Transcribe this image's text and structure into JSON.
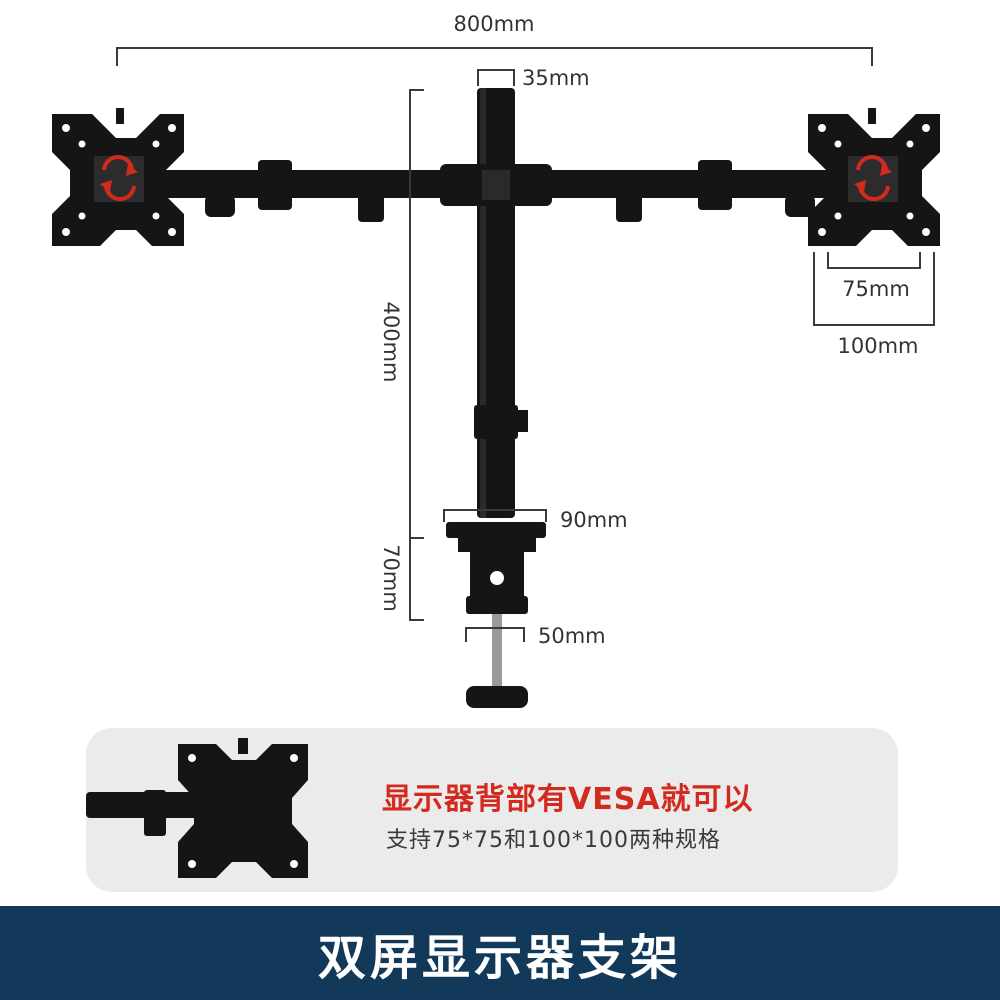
{
  "dimensions": {
    "total_width": "800mm",
    "pole_diameter": "35mm",
    "vesa_small": "75mm",
    "vesa_large": "100mm",
    "pole_height": "400mm",
    "base_width": "90mm",
    "clamp_height": "70mm",
    "clamp_opening": "50mm"
  },
  "info": {
    "title": "显示器背部有VESA就可以",
    "subtitle": "支持75*75和100*100两种规格"
  },
  "footer": {
    "title": "双屏显示器支架"
  },
  "colors": {
    "accent": "#d32a1f",
    "footer_bg": "#12395a",
    "panel_bg": "#ebebeb",
    "metal": "#151515"
  }
}
